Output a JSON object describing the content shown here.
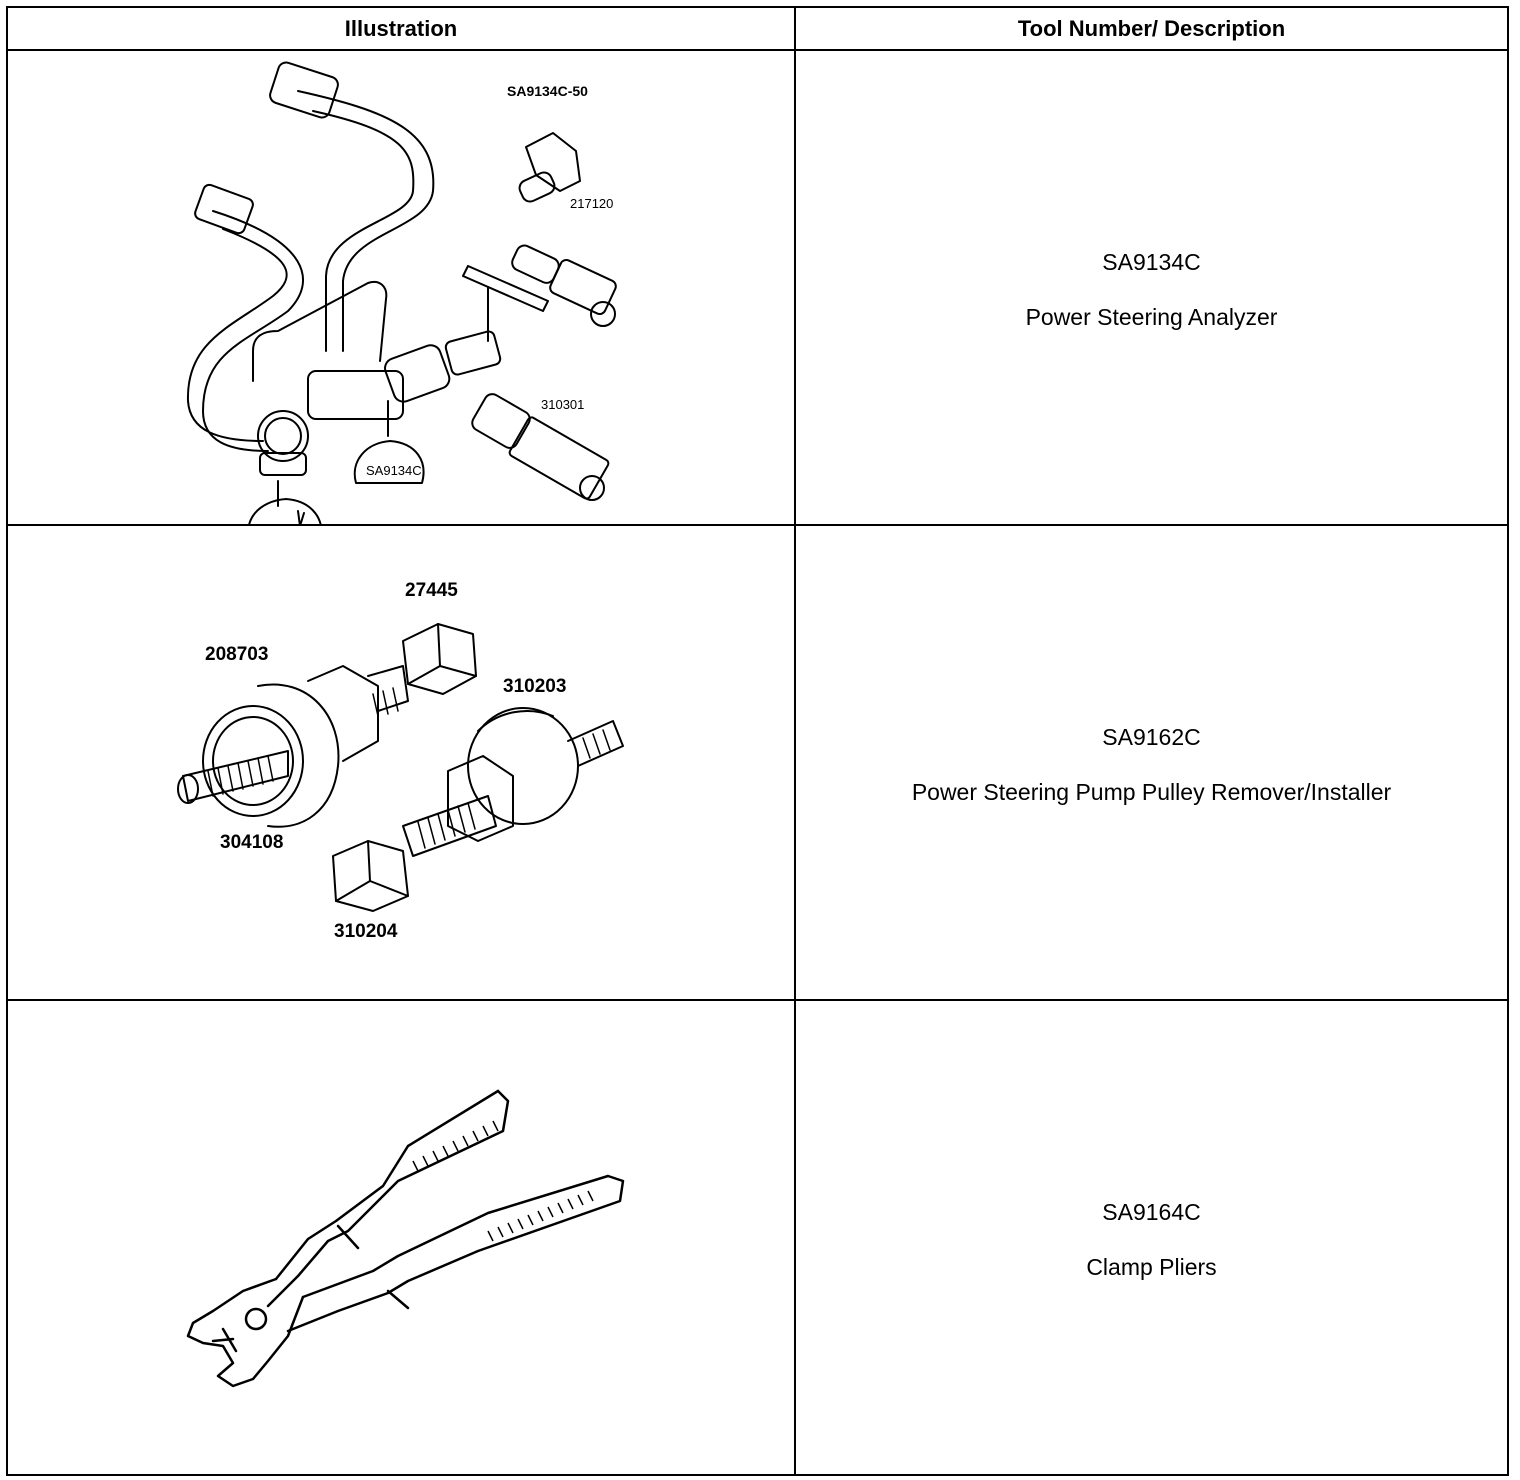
{
  "table": {
    "header_illustration": "Illustration",
    "header_tool": "Tool Number/ Description"
  },
  "rows": [
    {
      "tool_number": "SA9134C",
      "description": "Power Steering Analyzer",
      "illustration_labels": {
        "adapter_a": "SA9134C-50",
        "adapter_b": "217120",
        "adapter_c": "310301",
        "main": "SA9134C"
      },
      "icon": "power-steering-analyzer-drawing"
    },
    {
      "tool_number": "SA9162C",
      "description": "Power Steering Pump Pulley Remover/Installer",
      "illustration_labels": {
        "nut": "27445",
        "puller_body": "208703",
        "installer": "310203",
        "screw": "304108",
        "bolt": "310204"
      },
      "icon": "pulley-remover-installer-drawing"
    },
    {
      "tool_number": "SA9164C",
      "description": "Clamp Pliers",
      "icon": "clamp-pliers-drawing"
    }
  ]
}
